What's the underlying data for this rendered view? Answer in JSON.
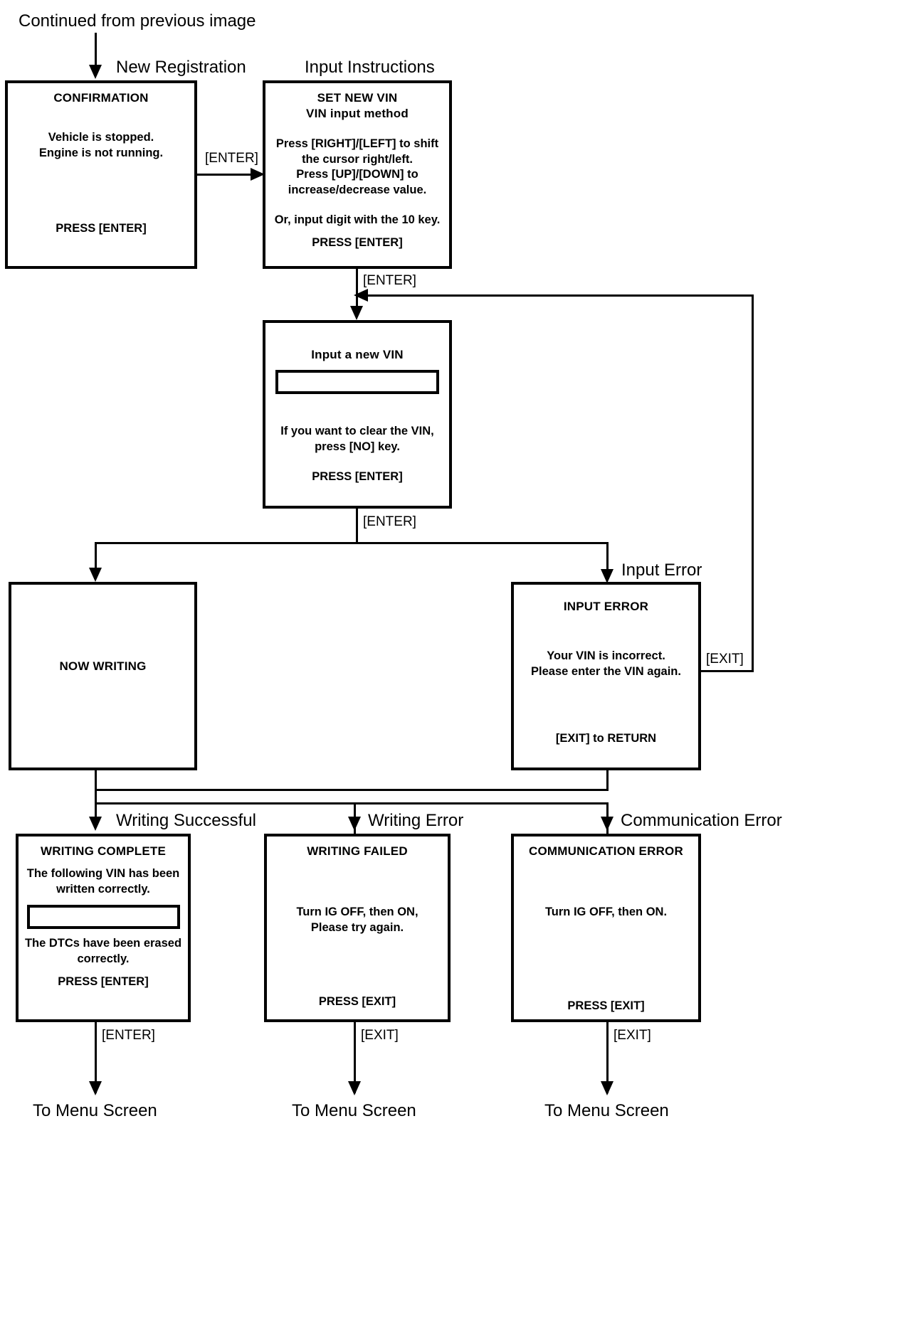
{
  "diagram": {
    "entry_note": "Continued from previous image",
    "exit_notes": [
      "To Menu Screen",
      "To Menu Screen",
      "To Menu Screen"
    ],
    "captions": {
      "new_registration": "New Registration",
      "input_instructions": "Input Instructions",
      "input_error": "Input Error",
      "writing_successful": "Writing Successful",
      "writing_error": "Writing Error",
      "communication_error": "Communication Error"
    },
    "edge_labels": {
      "confirm_to_setvin": "[ENTER]",
      "setvin_to_input": "[ENTER]",
      "input_branch": "[ENTER]",
      "error_return": "[EXIT]",
      "complete_exit": "[ENTER]",
      "failed_exit": "[EXIT]",
      "comm_exit": "[EXIT]"
    },
    "screens": {
      "confirmation": {
        "title": "CONFIRMATION",
        "body": [
          "Vehicle is stopped.",
          "Engine is not running."
        ],
        "footer": "PRESS [ENTER]"
      },
      "set_new_vin": {
        "title1": "SET NEW VIN",
        "title2": "VIN input method",
        "body": [
          "Press [RIGHT]/[LEFT] to shift",
          "the cursor right/left.",
          "Press [UP]/[DOWN] to",
          "increase/decrease value."
        ],
        "body2": "Or, input digit with the 10 key.",
        "footer": "PRESS [ENTER]"
      },
      "input_new_vin": {
        "title": "Input a new VIN",
        "field_value": "",
        "body": [
          "If you want to clear the VIN,",
          "press [NO] key."
        ],
        "footer": "PRESS [ENTER]"
      },
      "now_writing": {
        "title": "NOW WRITING"
      },
      "input_error": {
        "title": "INPUT ERROR",
        "body": [
          "Your VIN is incorrect.",
          "Please enter the VIN again."
        ],
        "footer": "[EXIT] to RETURN"
      },
      "writing_complete": {
        "title": "WRITING COMPLETE",
        "body1": [
          "The following VIN has been",
          "written correctly."
        ],
        "field_value": "",
        "body2": [
          "The DTCs have been erased",
          "correctly."
        ],
        "footer": "PRESS [ENTER]"
      },
      "writing_failed": {
        "title": "WRITING FAILED",
        "body": [
          "Turn IG OFF, then ON,",
          "Please try again."
        ],
        "footer": "PRESS [EXIT]"
      },
      "communication_error": {
        "title": "COMMUNICATION ERROR",
        "body": [
          "Turn IG OFF, then ON."
        ],
        "footer": "PRESS [EXIT]"
      }
    }
  }
}
